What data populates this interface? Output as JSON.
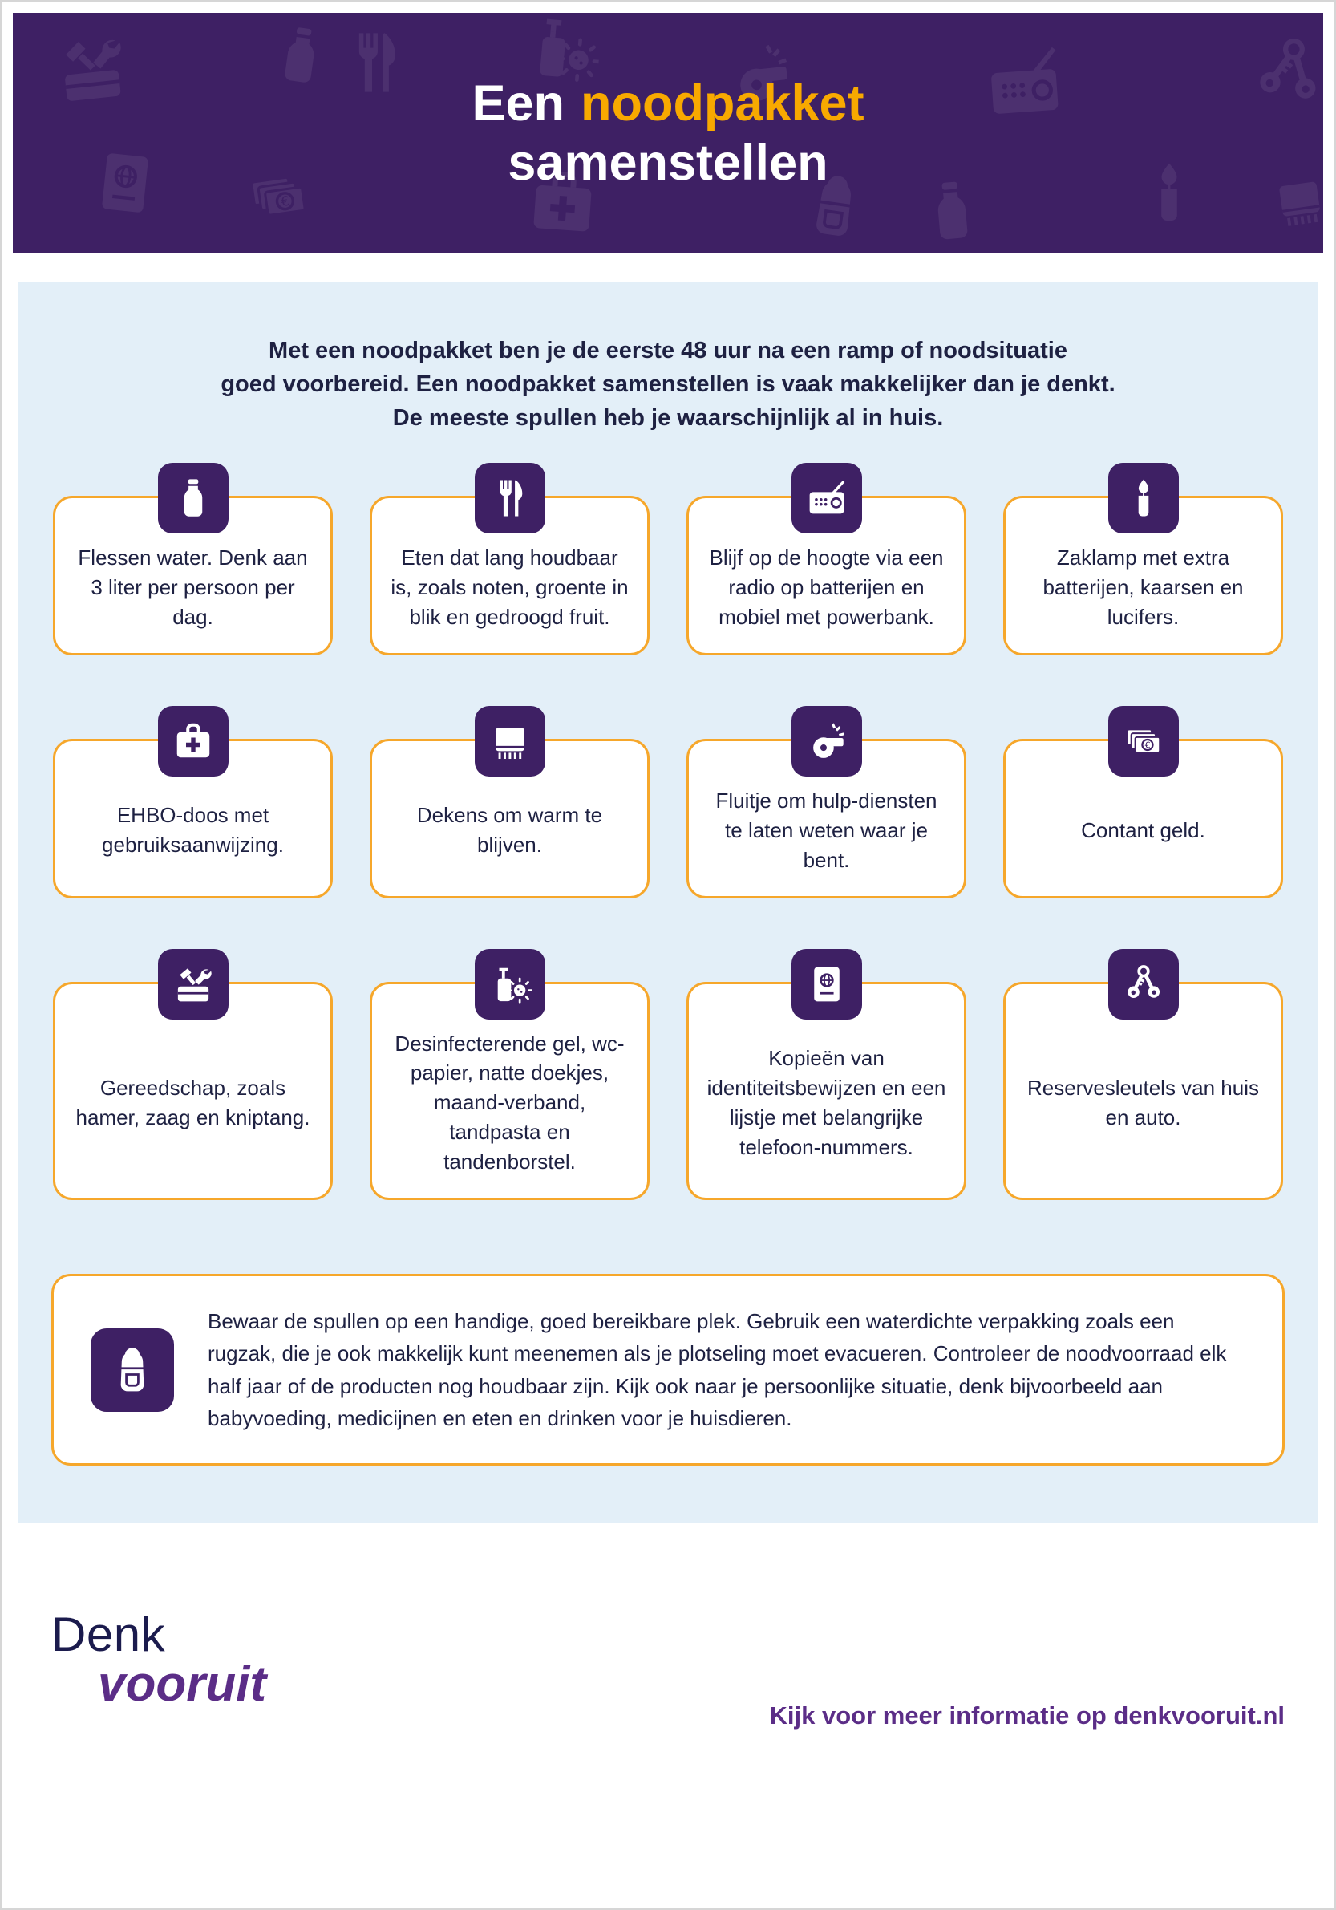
{
  "colors": {
    "purple": "#3e2064",
    "accent": "#f8a900",
    "orange": "#f6a72b",
    "panel": "#e3eff8",
    "text": "#1e2142",
    "navy": "#1b1b4d",
    "fpurple": "#5b2d87"
  },
  "header": {
    "title_word1": "Een",
    "title_word2": "noodpakket",
    "title_line2": "samenstellen"
  },
  "intro": {
    "line1": "Met een noodpakket ben je de eerste 48 uur na een ramp of noodsituatie",
    "line2": "goed voorbereid. Een noodpakket samenstellen is vaak makkelijker dan je denkt.",
    "line3": "De meeste spullen heb je waarschijnlijk al in huis."
  },
  "cards": [
    {
      "icon": "water-bottle-icon",
      "text": "Flessen water. Denk aan 3 liter per persoon per dag."
    },
    {
      "icon": "cutlery-icon",
      "text": "Eten dat lang houdbaar is, zoals noten, groente in blik en gedroogd fruit."
    },
    {
      "icon": "radio-icon",
      "text": "Blijf op de hoogte via een radio op batterijen en mobiel met powerbank."
    },
    {
      "icon": "candle-icon",
      "text": "Zaklamp met extra batterijen, kaarsen en lucifers."
    },
    {
      "icon": "first-aid-kit-icon",
      "text": "EHBO-doos met gebruiksaanwijzing."
    },
    {
      "icon": "blanket-icon",
      "text": "Dekens om warm te blijven."
    },
    {
      "icon": "whistle-icon",
      "text": "Fluitje om hulp-diensten te laten weten waar je bent."
    },
    {
      "icon": "money-icon",
      "text": "Contant geld."
    },
    {
      "icon": "tools-icon",
      "text": "Gereedschap, zoals hamer, zaag en kniptang."
    },
    {
      "icon": "hygiene-gel-icon",
      "text": "Desinfecterende gel, wc-papier, natte doekjes, maand-verband, tandpasta en tandenborstel."
    },
    {
      "icon": "passport-icon",
      "text": "Kopieën van identiteitsbewijzen en een lijstje met belangrijke telefoon-nummers."
    },
    {
      "icon": "keys-icon",
      "text": "Reservesleutels van huis en auto."
    }
  ],
  "note": {
    "icon": "backpack-icon",
    "text": "Bewaar de spullen op een handige, goed bereikbare plek. Gebruik een waterdichte verpakking zoals een rugzak, die je ook makkelijk kunt meenemen als je plotseling moet evacueren. Controleer de noodvoorraad elk half jaar of de producten nog houdbaar zijn. Kijk ook naar je persoonlijke situatie, denk bijvoorbeeld aan babyvoeding, medicijnen en eten en drinken voor je huisdieren."
  },
  "footer": {
    "logo_line1": "Denk",
    "logo_line2": "vooruit",
    "link": "Kijk voor meer informatie op denkvooruit.nl"
  }
}
